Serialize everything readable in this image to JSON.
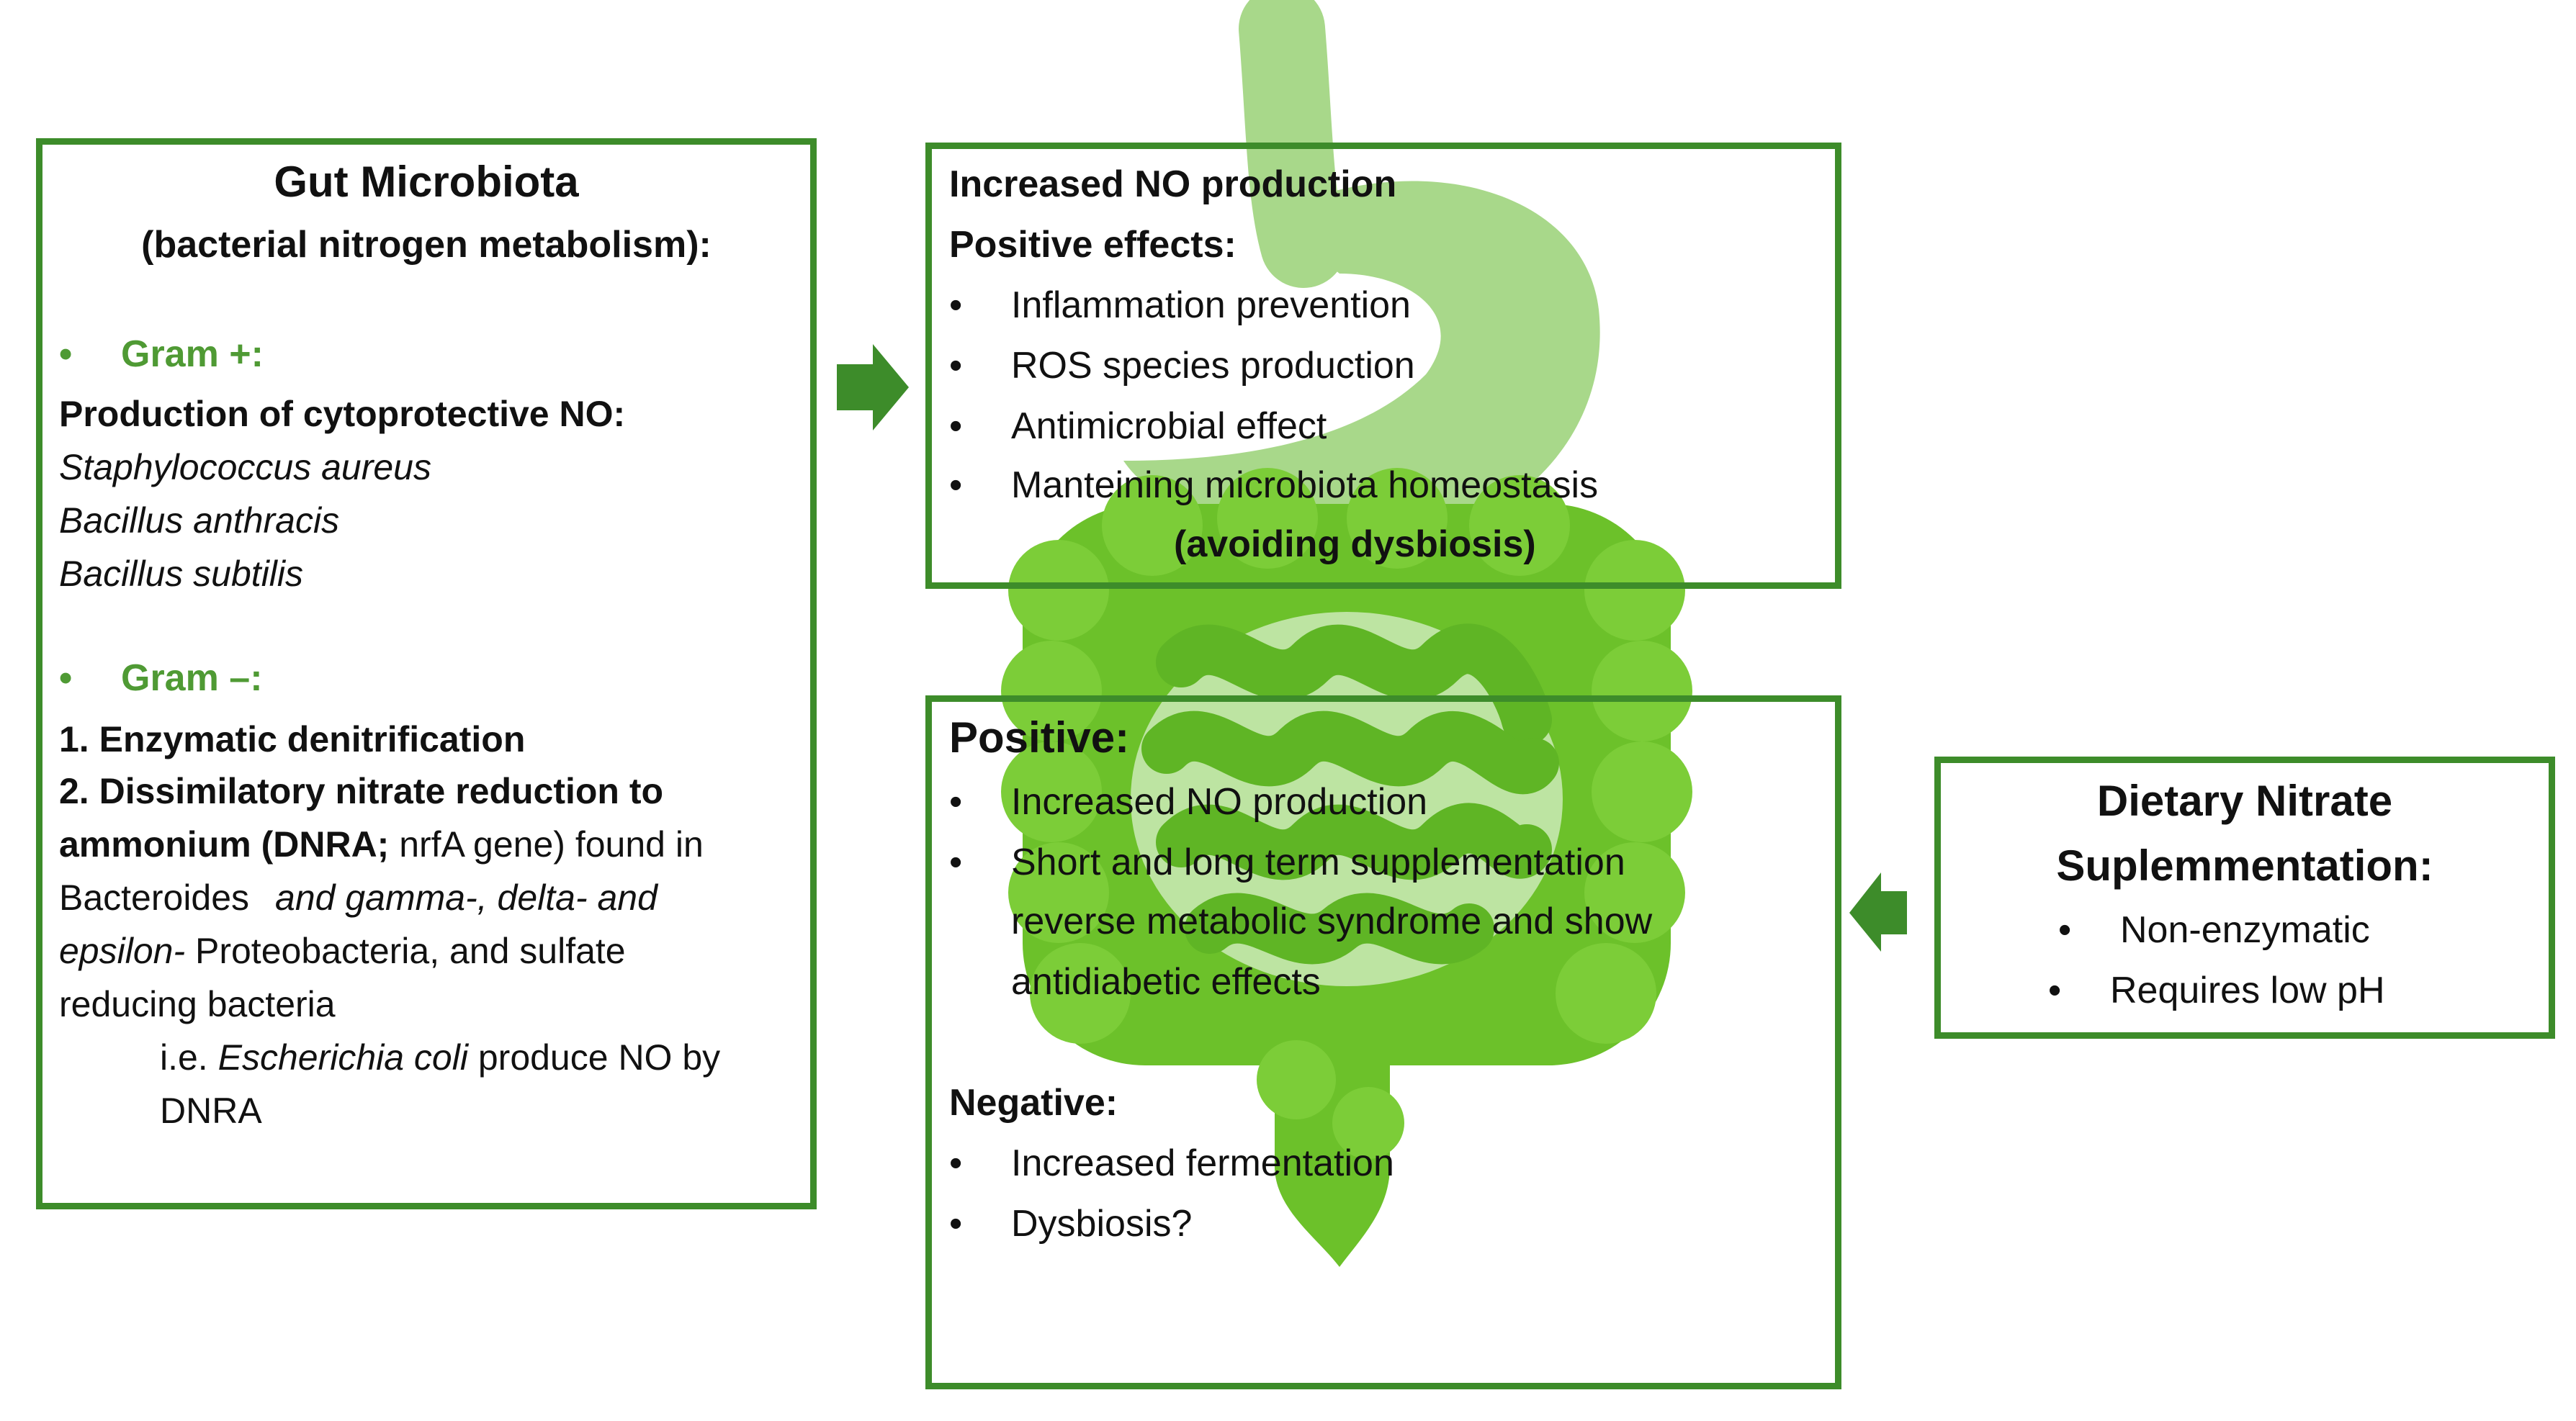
{
  "colors": {
    "border_green": "#3d8c2a",
    "gut_light": "#a8d88a",
    "gut_main": "#6cc12a",
    "heading_green": "#4f9a34"
  },
  "icons": [
    "right-arrow-icon",
    "left-arrow-icon",
    "digestive-tract-icon"
  ],
  "gut_box": {
    "title": "Gut Microbiota",
    "subtitle": "(bacterial nitrogen metabolism):",
    "gram_pos": {
      "bullet": "•",
      "heading": "Gram +:",
      "production_bold": "Production of cytoprotective",
      "production_tail": " NO:",
      "species": [
        "Staphylococcus aureus",
        "Bacillus anthracis",
        "Bacillus subtilis"
      ]
    },
    "gram_neg": {
      "bullet": "•",
      "heading": "Gram –:",
      "line1": "1. Enzymatic denitrification",
      "line2": "2. Dissimilatory nitrate reduction to",
      "line3_bold": "ammonium (DNRA;",
      "line3_tail": " nrfA gene) found in",
      "line4_a": "Bacteroides",
      "line4_b": "and gamma-, delta- and",
      "line5_a": "epsilon-",
      "line5_b": " Proteobacteria,",
      "line5_c": " and sulfate",
      "line6": "reducing bacteria",
      "ie_a": "i.e. ",
      "ie_b": "Escherichia coli",
      "ie_c": " produce NO by",
      "ie_d": "DNRA"
    }
  },
  "no_box": {
    "title": "Increased NO production",
    "subtitle": "Positive effects:",
    "bullet": "•",
    "items": [
      "Inflammation prevention",
      "ROS species production",
      "Antimicrobial effect",
      "Manteining microbiota homeostasis"
    ],
    "note": "(avoiding dysbiosis)"
  },
  "effects_box": {
    "positive_title": "Positive:",
    "bullet": "•",
    "positive_items": [
      "Increased NO production",
      "Short and long term supplementation",
      "reverse metabolic syndrome and show",
      "antidiabetic effects"
    ],
    "negative_title": "Negative:",
    "negative_items": [
      "Increased fermentation",
      "Dysbiosis?"
    ]
  },
  "diet_box": {
    "title_line1": "Dietary Nitrate",
    "title_line2": "Suplemmentation:",
    "bullet": "•",
    "items": [
      "Non-enzymatic",
      "Requires low pH"
    ]
  }
}
